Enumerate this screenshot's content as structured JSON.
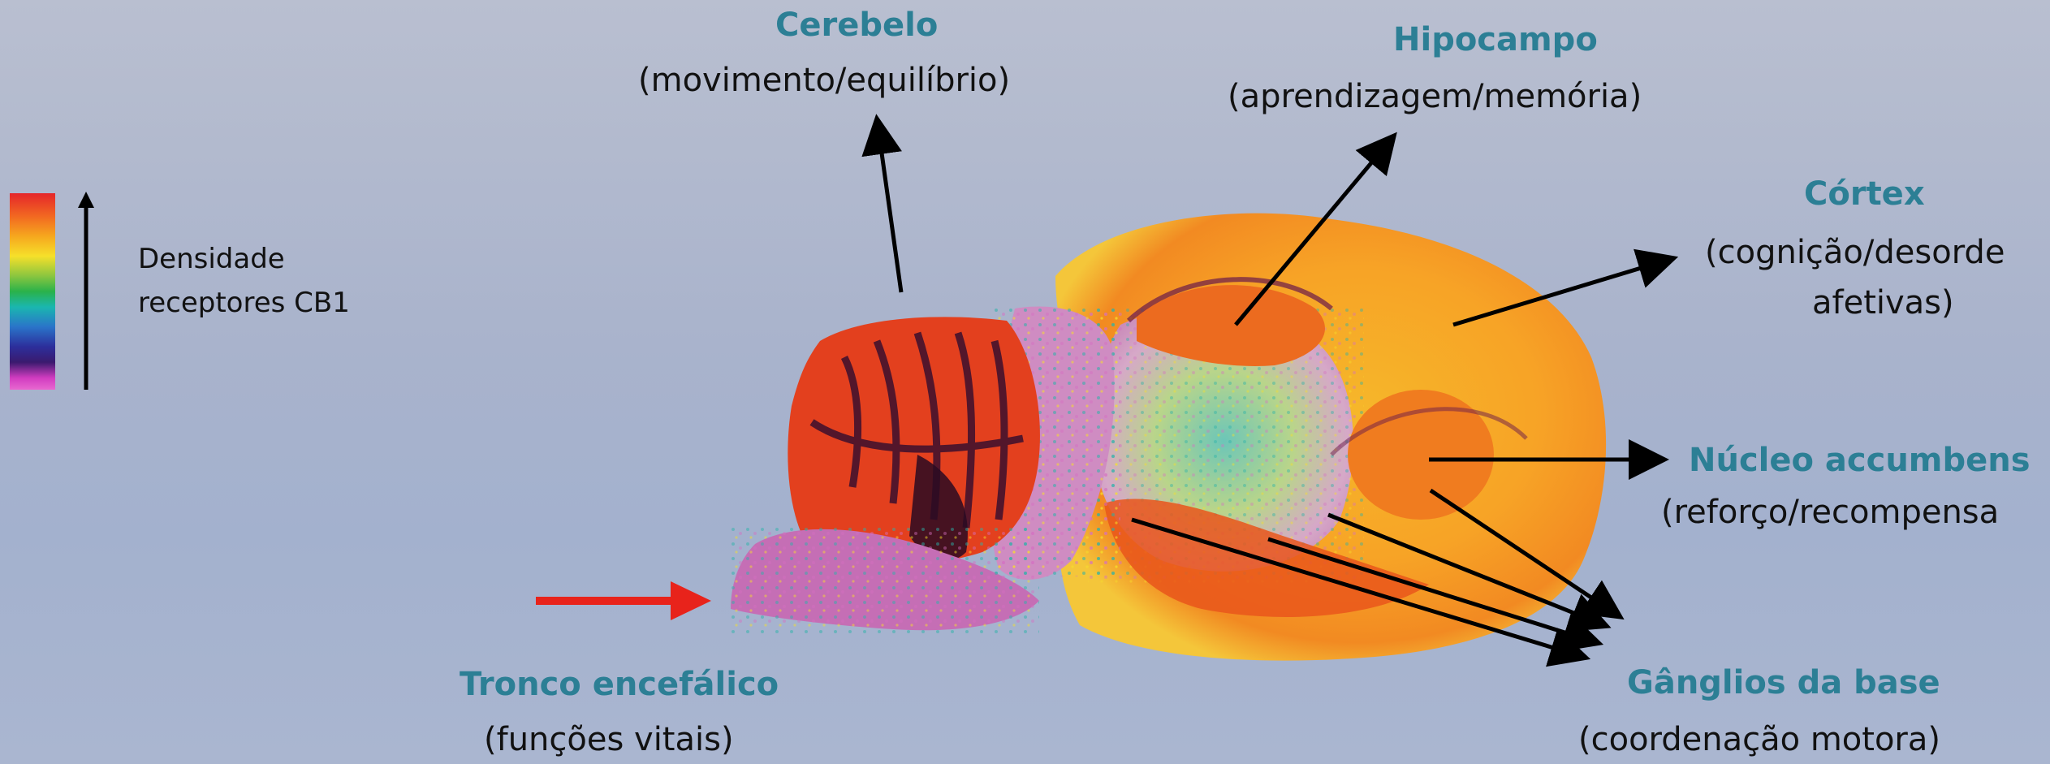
{
  "legend": {
    "text_line1": "Densidade",
    "text_line2": "receptores CB1",
    "colors": [
      "#e5262a",
      "#f26a21",
      "#f6a81e",
      "#f6e02a",
      "#8cc63f",
      "#2ab24a",
      "#1ab6b0",
      "#2a74c9",
      "#2c2f9c",
      "#3a1a6e",
      "#d13cc0"
    ]
  },
  "regions": [
    {
      "id": "cerebelo",
      "title": "Cerebelo",
      "subtitle_lines": [
        "(movimento/equilíbrio)"
      ]
    },
    {
      "id": "hipocampo",
      "title": "Hipocampo",
      "subtitle_lines": [
        "(aprendizagem/memória)"
      ]
    },
    {
      "id": "cortex",
      "title": "Córtex",
      "subtitle_lines": [
        "(cognição/desorde",
        "afetivas)"
      ]
    },
    {
      "id": "nucleo",
      "title": "Núcleo accumbens",
      "subtitle_lines": [
        "(reforço/recompensa"
      ]
    },
    {
      "id": "ganglios",
      "title": "Gânglios da base",
      "subtitle_lines": [
        "(coordenação motora)"
      ]
    },
    {
      "id": "tronco",
      "title": "Tronco encefálico",
      "subtitle_lines": [
        "(funções vitais)"
      ]
    }
  ],
  "colors": {
    "title": "#2c7f95",
    "arrow": "#000000",
    "highlight_arrow": "#e8231b",
    "background": "#a9b3cc"
  }
}
